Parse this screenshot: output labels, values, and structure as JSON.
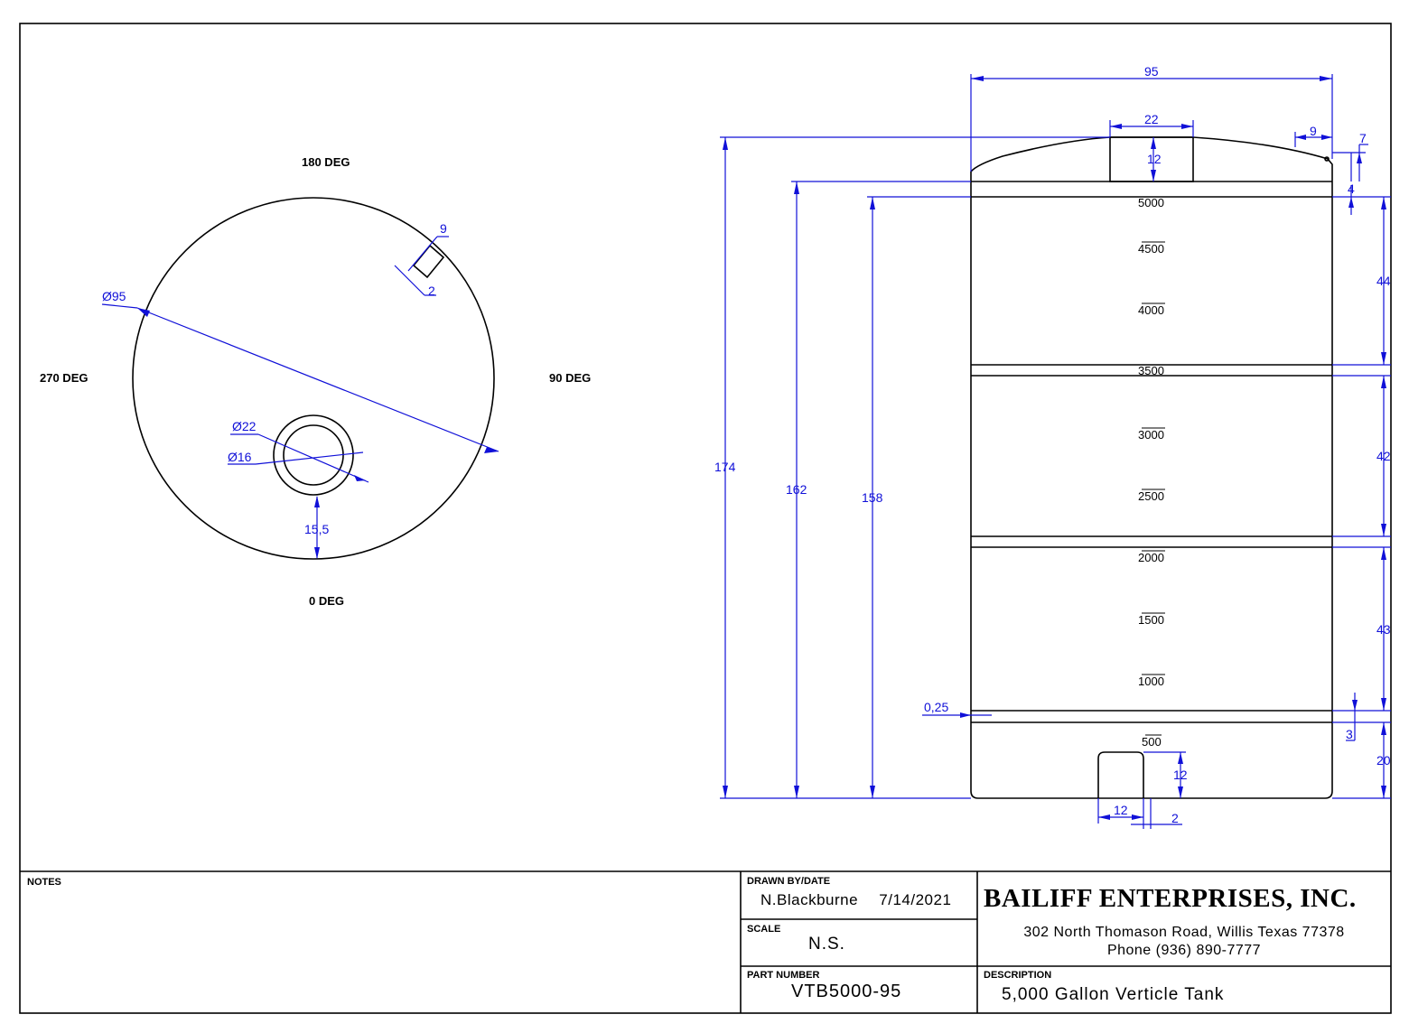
{
  "plan_view": {
    "orientation": {
      "top": "180 DEG",
      "right": "90 DEG",
      "bottom": "0 DEG",
      "left": "270 DEG"
    },
    "dims": {
      "diameter": "Ø95",
      "vent_width": "9",
      "vent_offset": "2",
      "manway_outer": "Ø22",
      "manway_inner": "Ø16",
      "manway_offset": "15,5"
    }
  },
  "elevation": {
    "dims": {
      "width": "95",
      "manway_width": "22",
      "manway_height": "12",
      "vent_width": "9",
      "vent_height": "7",
      "top_gap": "4",
      "overall_height": "174",
      "shoulder_height": "162",
      "gauge_height": "158",
      "band1": "44",
      "band2": "42",
      "band3": "43",
      "wall": "0,25",
      "rib": "3",
      "base": "20",
      "outlet_height": "12",
      "outlet_width": "12",
      "outlet_offset": "2"
    },
    "gauge_marks": [
      "5000",
      "4500",
      "4000",
      "3500",
      "3000",
      "2500",
      "2000",
      "1500",
      "1000",
      "500"
    ]
  },
  "title_block": {
    "notes_label": "NOTES",
    "drawn_by_label": "DRAWN BY/DATE",
    "drawn_by": "N.Blackburne",
    "date": "7/14/2021",
    "scale_label": "SCALE",
    "scale": "N.S.",
    "part_number_label": "PART NUMBER",
    "part_number": "VTB5000-95",
    "company": "BAILIFF ENTERPRISES, INC.",
    "address": "302 North Thomason Road, Willis Texas 77378",
    "phone": "Phone (936) 890-7777",
    "description_label": "DESCRIPTION",
    "description": "5,000 Gallon Verticle Tank"
  }
}
